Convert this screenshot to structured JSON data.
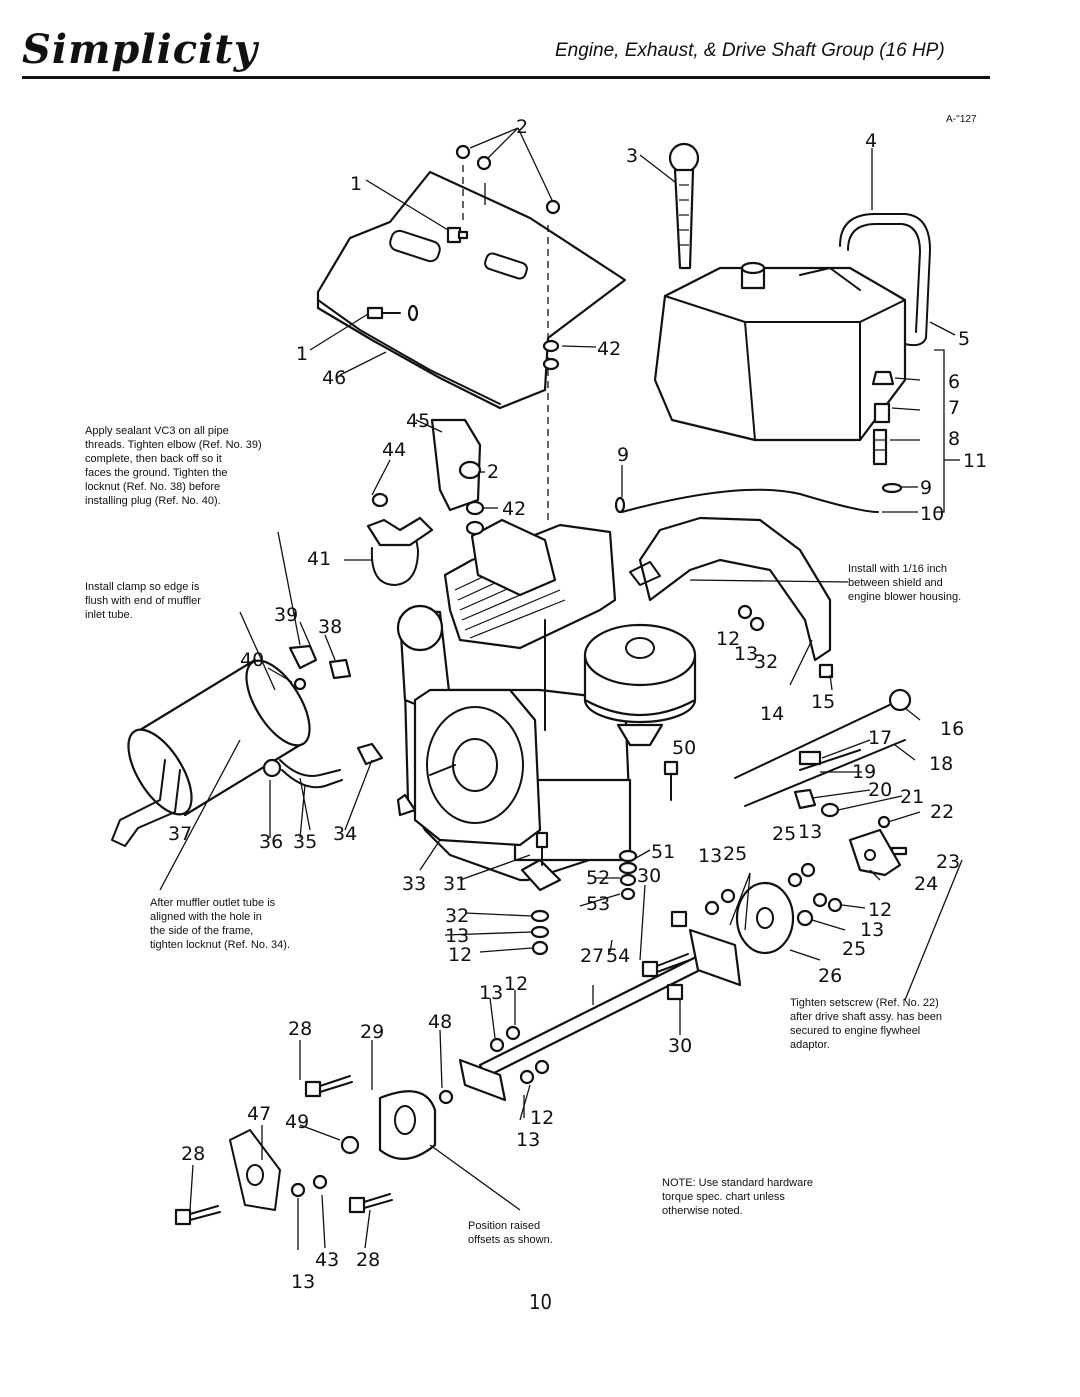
{
  "header": {
    "brand": "Simplicity",
    "title": "Engine, Exhaust, & Drive Shaft Group (16 HP)",
    "drawing_number": "A-''127"
  },
  "notes": {
    "sealant": "Apply sealant VC3 on all pipe\nthreads. Tighten elbow (Ref. No. 39)\ncomplete, then back off so it\nfaces the ground. Tighten the\nlocknut (Ref. No. 38) before\ninstalling plug (Ref. No. 40).",
    "clamp": "Install clamp so edge is\nflush with end of muffler\ninlet tube.",
    "shield": "Install with 1/16 inch\nbetween shield and\nengine blower housing.",
    "muffler": "After muffler outlet tube is\naligned with the hole in\nthe side of the frame,\ntighten locknut (Ref. No. 34).",
    "setscrew": "Tighten setscrew (Ref. No. 22)\nafter drive shaft assy. has been\nsecured to engine flywheel\nadaptor.",
    "hardware": "NOTE: Use standard hardware\ntorque spec. chart unless\notherwise noted.",
    "offsets": "Position raised\noffsets as shown."
  },
  "callouts": [
    "2",
    "1",
    "3",
    "4",
    "1",
    "42",
    "5",
    "46",
    "6",
    "7",
    "45",
    "8",
    "44",
    "9",
    "11",
    "2",
    "42",
    "9",
    "10",
    "41",
    "39",
    "38",
    "12",
    "13",
    "32",
    "40",
    "14",
    "15",
    "16",
    "50",
    "17",
    "18",
    "19",
    "20",
    "21",
    "22",
    "25",
    "13",
    "51",
    "13",
    "25",
    "23",
    "37",
    "36",
    "35",
    "34",
    "33",
    "31",
    "52",
    "30",
    "24",
    "53",
    "12",
    "32",
    "13",
    "13",
    "12",
    "25",
    "27",
    "54",
    "26",
    "13",
    "12",
    "28",
    "29",
    "48",
    "30",
    "47",
    "49",
    "12",
    "13",
    "28",
    "43",
    "28",
    "13"
  ],
  "page_number": "10"
}
